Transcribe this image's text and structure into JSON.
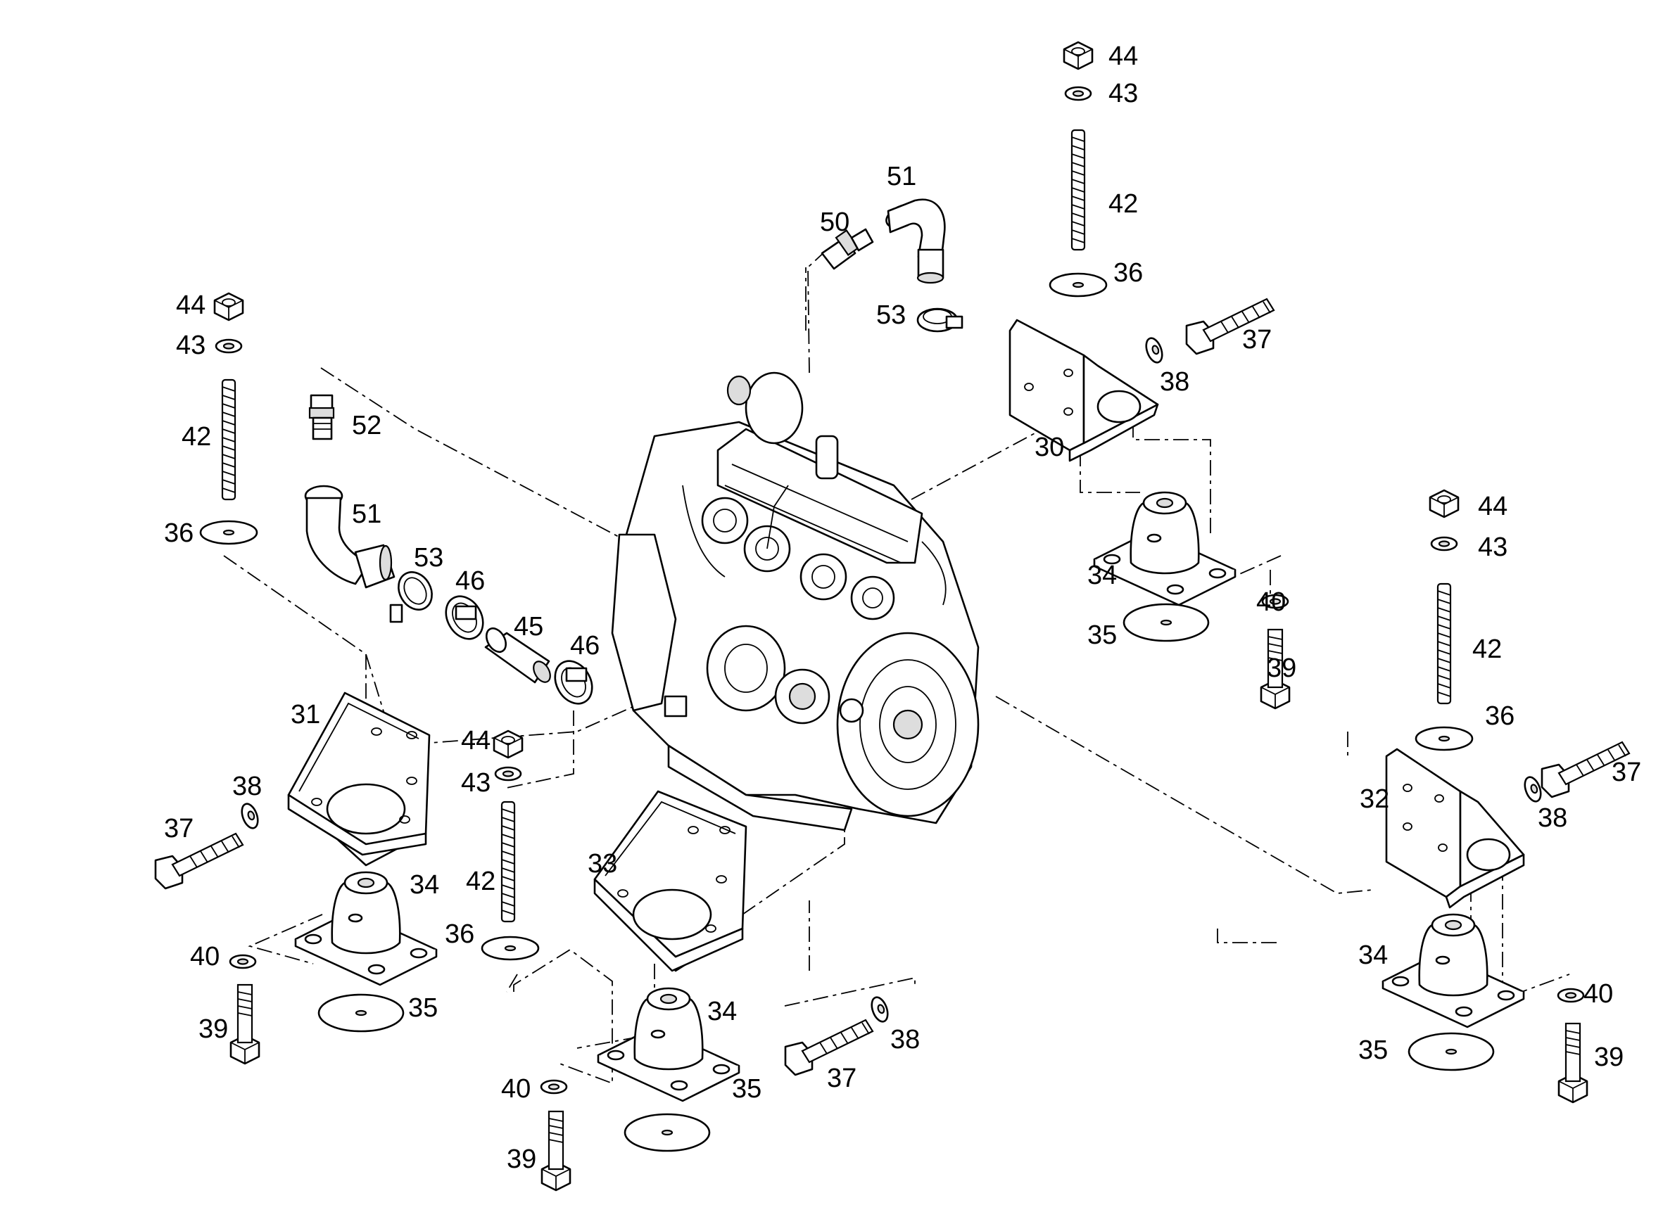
{
  "callouts": [
    {
      "text": "44"
    },
    {
      "text": "43"
    },
    {
      "text": "42"
    },
    {
      "text": "36"
    },
    {
      "text": "52"
    },
    {
      "text": "51"
    },
    {
      "text": "53"
    },
    {
      "text": "46"
    },
    {
      "text": "45"
    },
    {
      "text": "46"
    },
    {
      "text": "31"
    },
    {
      "text": "38"
    },
    {
      "text": "37"
    },
    {
      "text": "34"
    },
    {
      "text": "40"
    },
    {
      "text": "39"
    },
    {
      "text": "35"
    },
    {
      "text": "44"
    },
    {
      "text": "43"
    },
    {
      "text": "42"
    },
    {
      "text": "36"
    },
    {
      "text": "33"
    },
    {
      "text": "34"
    },
    {
      "text": "40"
    },
    {
      "text": "39"
    },
    {
      "text": "35"
    },
    {
      "text": "37"
    },
    {
      "text": "38"
    },
    {
      "text": "50"
    },
    {
      "text": "51"
    },
    {
      "text": "53"
    },
    {
      "text": "44"
    },
    {
      "text": "43"
    },
    {
      "text": "42"
    },
    {
      "text": "36"
    },
    {
      "text": "37"
    },
    {
      "text": "38"
    },
    {
      "text": "30"
    },
    {
      "text": "34"
    },
    {
      "text": "35"
    },
    {
      "text": "40"
    },
    {
      "text": "39"
    },
    {
      "text": "44"
    },
    {
      "text": "43"
    },
    {
      "text": "42"
    },
    {
      "text": "36"
    },
    {
      "text": "37"
    },
    {
      "text": "32"
    },
    {
      "text": "38"
    },
    {
      "text": "34"
    },
    {
      "text": "35"
    },
    {
      "text": "40"
    },
    {
      "text": "39"
    }
  ]
}
